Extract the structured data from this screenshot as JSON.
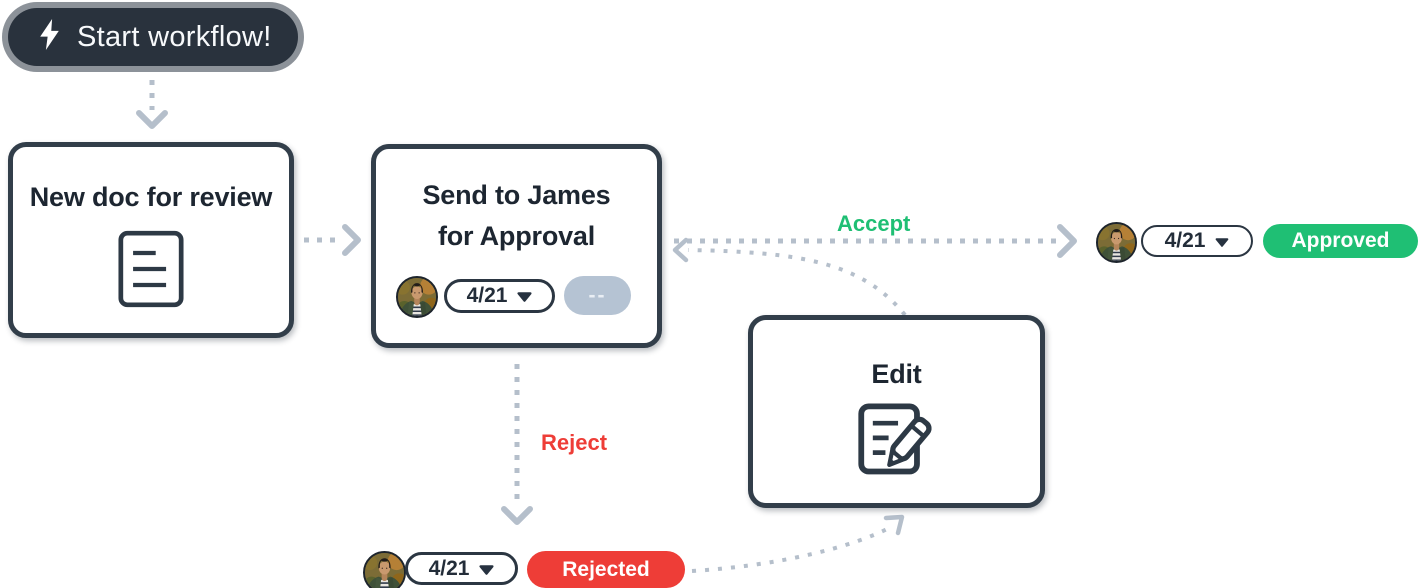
{
  "start_button": {
    "label": "Start workflow!",
    "icon": "lightning-bolt-icon"
  },
  "cards": {
    "new_doc": {
      "title": "New doc for review",
      "icon": "document-icon"
    },
    "send_approval": {
      "title_line1": "Send to James",
      "title_line2": "for Approval",
      "assignee_avatar": "james-avatar",
      "due_date": "4/21",
      "status_placeholder": "--"
    },
    "edit": {
      "title": "Edit",
      "icon": "edit-pencil-icon"
    }
  },
  "edges": {
    "accept_label": "Accept",
    "reject_label": "Reject"
  },
  "outcomes": {
    "approved": {
      "avatar": "james-avatar",
      "due_date": "4/21",
      "status_label": "Approved"
    },
    "rejected": {
      "avatar": "james-avatar",
      "due_date": "4/21",
      "status_label": "Rejected"
    }
  },
  "colors": {
    "accent_green": "#1fbf74",
    "accent_red": "#ee3d37",
    "dark_slate": "#2d3945",
    "connector_gray": "#b5bfcb",
    "pill_gray": "#b5c3d3"
  }
}
